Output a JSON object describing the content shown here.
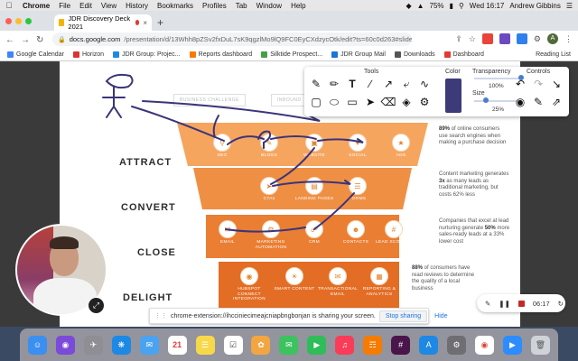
{
  "menubar": {
    "items": [
      "Chrome",
      "File",
      "Edit",
      "View",
      "History",
      "Bookmarks",
      "Profiles",
      "Tab",
      "Window",
      "Help"
    ],
    "battery": "75%",
    "clock": "Wed 16:17",
    "user": "Andrew Gibbins"
  },
  "tab": {
    "title": "JDR Discovery Deck 2021"
  },
  "omnibox": {
    "host": "docs.google.com",
    "path": "/presentation/d/13Whh8pZSv2fxDuL7sK9qgzlMo9lQ9FC0EyCXdzycOtk/edit?ts=60c0d263#slide=id.g8fb..."
  },
  "bookmarks": [
    "Google Calendar",
    "Horizon",
    "JDR Group: Projec...",
    "Reports dashboard",
    "Silktide Prospect...",
    "JDR Group Mail",
    "Downloads",
    "Dashboard"
  ],
  "reading_list": "Reading List",
  "slide": {
    "tier_tags": [
      "BUSINESS CHALLENGE",
      "INBOUND"
    ],
    "stages": [
      "ATTRACT",
      "CONVERT",
      "CLOSE",
      "DELIGHT"
    ],
    "attract_icons": [
      "SEO",
      "BLOGS",
      "WEBSITE",
      "SOCIAL",
      "ADS"
    ],
    "convert_icons": [
      "CTAs",
      "LANDING PAGES",
      "FORMS"
    ],
    "close_icons": [
      "EMAIL",
      "MARKETING AUTOMATION",
      "CRM",
      "CONTACTS",
      "LEAD SCORING"
    ],
    "delight_icons": [
      "HUBSPOT CONNECT INTEGRATION",
      "SMART CONTENT",
      "TRANSACTIONAL EMAIL",
      "REPORTING & ANALYTICS"
    ],
    "stats": [
      {
        "bold": "89%",
        "text": " of online consumers use search engines when making a purchase decision"
      },
      {
        "pre": "Content marketing generates ",
        "bold": "3x",
        "text": " as many leads as traditional marketing, but costs 62% less"
      },
      {
        "pre": "Companies that excel at lead nurturing generate ",
        "bold": "50%",
        "text": " more sales-ready leads at a 33% lower cost"
      },
      {
        "bold": "88%",
        "text": " of consumers have read reviews to determine the quality of a local business"
      }
    ]
  },
  "tools_panel": {
    "tools_label": "Tools",
    "color_label": "Color",
    "transparency_label": "Transparency",
    "transparency_value": "100%",
    "size_label": "Size",
    "size_value": "25%",
    "controls_label": "Controls",
    "transparency_level": 1.0,
    "size_level": 0.25,
    "selected_color": "#3d3a7a"
  },
  "recording": {
    "time": "06:17"
  },
  "share_bar": {
    "message": "chrome-extension://ihcciniecimeajcniapbngbonjan is sharing your screen.",
    "stop_label": "Stop sharing",
    "hide_label": "Hide"
  },
  "dock": {
    "calendar_day": "21",
    "apps": [
      "finder",
      "siri",
      "launchpad",
      "safari",
      "mail",
      "calendar",
      "notes",
      "reminders",
      "photos",
      "messages",
      "facetime",
      "music",
      "books",
      "slack",
      "app-store",
      "system-preferences",
      "chrome",
      "zoom",
      "trash"
    ]
  }
}
